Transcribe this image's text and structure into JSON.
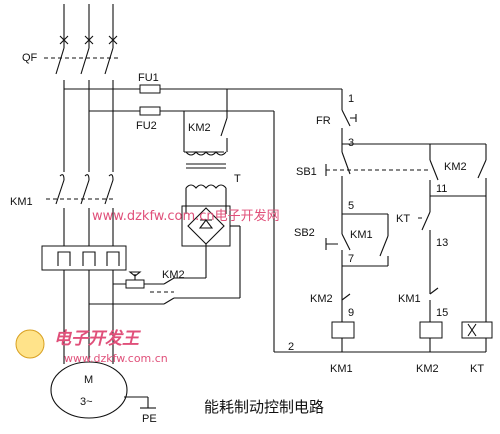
{
  "caption": "能耗制动控制电路",
  "watermark": {
    "url_top": "www.dzkfw.com.cn电子开发网",
    "logo_text": "电子开发王",
    "url_bottom": "www.dzkfw.com.cn"
  },
  "labels": {
    "qf": "QF",
    "fu1": "FU1",
    "fu2": "FU2",
    "km2_contact_top": "KM2",
    "transformer": "T",
    "km1_main": "KM1",
    "km2_brake": "KM2",
    "motor": "M",
    "motor_phase": "3~",
    "pe": "PE",
    "fr": "FR",
    "sb1": "SB1",
    "sb2": "SB2",
    "km1_aux": "KM1",
    "kt_contact": "KT",
    "km2_aux": "KM2",
    "km2_interlock": "KM2",
    "km1_interlock": "KM1",
    "coil_km1": "KM1",
    "coil_km2": "KM2",
    "coil_kt": "KT"
  },
  "nodes": {
    "n1": "1",
    "n2": "2",
    "n3": "3",
    "n5": "5",
    "n7": "7",
    "n9": "9",
    "n11": "11",
    "n13": "13",
    "n15": "15"
  }
}
